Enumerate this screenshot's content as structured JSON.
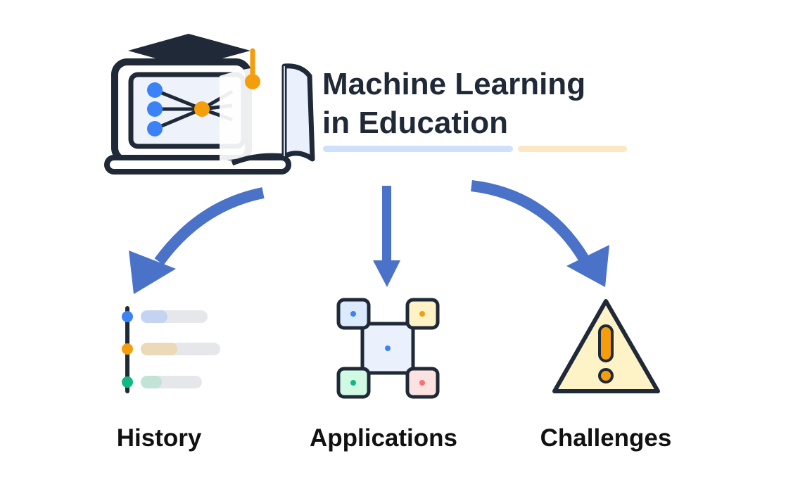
{
  "title": {
    "line1": "Machine Learning",
    "line2": "in Education"
  },
  "branches": [
    {
      "label": "History",
      "icon": "timeline-icon"
    },
    {
      "label": "Applications",
      "icon": "network-nodes-icon"
    },
    {
      "label": "Challenges",
      "icon": "warning-icon"
    }
  ],
  "colors": {
    "arrow": "#4a72c8",
    "dark": "#1f2937",
    "blue": "#3b82f6",
    "orange": "#f59e0b",
    "green": "#10b981",
    "red": "#f87171",
    "underline_blue": "#cfe0fb",
    "underline_orange": "#fbe7c4"
  }
}
